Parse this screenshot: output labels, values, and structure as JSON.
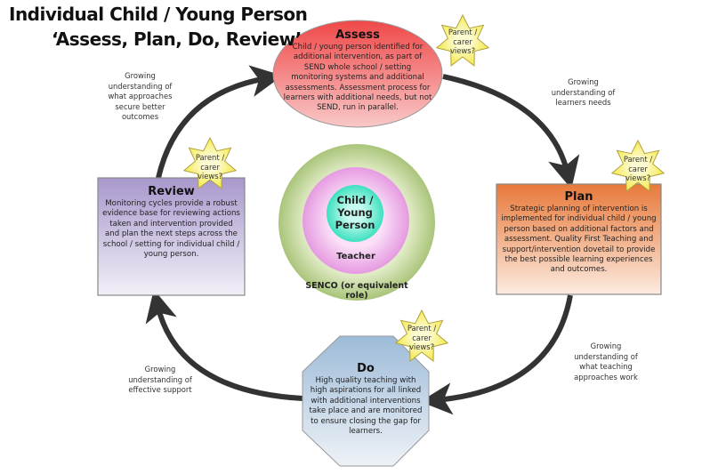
{
  "title": {
    "line1": "Individual Child / Young Person",
    "line2": "‘Assess, Plan, Do, Review’"
  },
  "stages": {
    "assess": {
      "heading": "Assess",
      "text": "Child / young person identified for additional intervention, as part of SEND whole school / setting monitoring systems and additional assessments. Assessment process for learners with additional needs, but not SEND, run in parallel.",
      "color": "#ef4a4a"
    },
    "plan": {
      "heading": "Plan",
      "text": "Strategic planning of intervention is implemented for individual child / young person based on additional factors and assessment. Quality First Teaching and support/intervention dovetail to provide the best possible learning experiences and outcomes.",
      "color": "#e8793a"
    },
    "do": {
      "heading": "Do",
      "text": "High quality teaching with high aspirations for all linked with additional interventions take place and are monitored to ensure closing the gap for learners.",
      "color": "#9dbbd8"
    },
    "review": {
      "heading": "Review",
      "text": "Monitoring cycles provide a robust evidence base for reviewing actions taken and intervention provided and plan the next steps across the school / setting for individual child / young person.",
      "color": "#a898cc"
    }
  },
  "star_label": "Parent / carer views?",
  "side_labels": {
    "top_left": "Growing understanding of what approaches secure better outcomes",
    "top_right": "Growing understanding of learners needs",
    "bottom_right": "Growing understanding of what teaching approaches work",
    "bottom_left": "Growing understanding of effective support"
  },
  "center": {
    "inner": "Child / Young Person",
    "middle": "Teacher",
    "outer": "SENCO (or equivalent role)"
  }
}
